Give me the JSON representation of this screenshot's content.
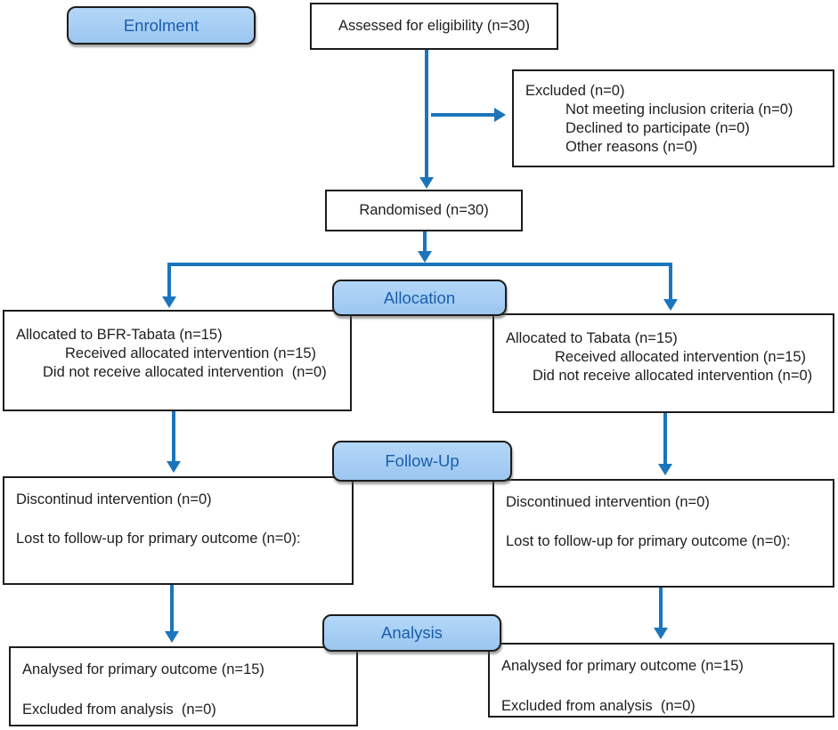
{
  "figure": {
    "kind": "CONSORT participant flow diagram",
    "colors": {
      "arrow_blue": "#1b75bc",
      "badge_fill": "#a8cef4",
      "badge_text": "#1b5ead",
      "box_border": "#1c1c1c",
      "body_text": "#1e1e1e"
    }
  },
  "badges": {
    "enrolment": "Enrolment",
    "allocation": "Allocation",
    "followup": "Follow-Up",
    "analysis": "Analysis"
  },
  "boxes": {
    "eligibility": {
      "text": "Assessed for eligibility (n=30)"
    },
    "excluded": {
      "lines": [
        "Excluded (n=0)",
        "Not meeting inclusion criteria (n=0)",
        "Declined to participate (n=0)",
        "Other reasons (n=0)"
      ]
    },
    "randomised": {
      "text": "Randomised (n=30)"
    },
    "alloc_left": {
      "lines": [
        "Allocated to BFR-Tabata (n=15)",
        "Received allocated intervention (n=15)",
        "Did not receive allocated intervention  (n=0)"
      ]
    },
    "alloc_right": {
      "lines": [
        "Allocated to Tabata (n=15)",
        "Received allocated intervention (n=15)",
        "Did not receive allocated intervention (n=0)"
      ]
    },
    "followup_left": {
      "lines": [
        "Discontinud intervention (n=0)",
        "Lost to follow-up for primary outcome (n=0):"
      ]
    },
    "followup_right": {
      "lines": [
        "Discontinued intervention (n=0)",
        "Lost to follow-up for primary outcome (n=0):"
      ]
    },
    "analysis_left": {
      "lines": [
        "Analysed for primary outcome (n=15)",
        "Excluded from analysis  (n=0)"
      ]
    },
    "analysis_right": {
      "lines": [
        "Analysed for primary outcome (n=15)",
        "Excluded from analysis  (n=0)"
      ]
    }
  }
}
